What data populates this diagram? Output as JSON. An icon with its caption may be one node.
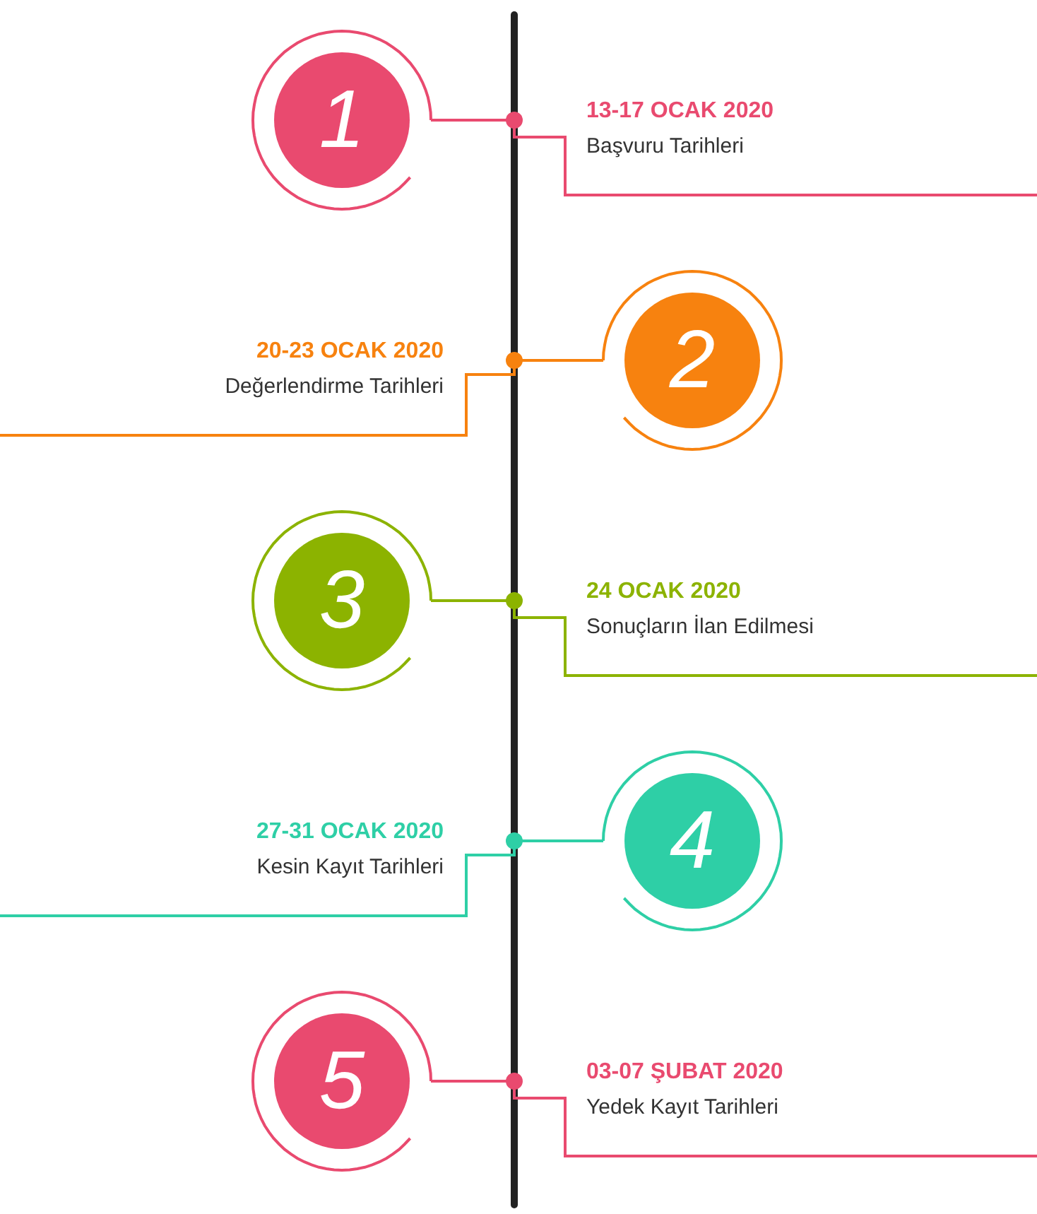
{
  "diagram": {
    "nodes": [
      {
        "text": [
          "1"
        ]
      },
      {
        "text": [
          "13-17 OCAK 2020",
          "Başvuru Tarihleri"
        ]
      },
      {
        "text": [
          "2"
        ]
      },
      {
        "text": [
          "20-23 OCAK 2020",
          "Değerlendirme Tarihleri"
        ]
      },
      {
        "text": [
          "3"
        ]
      },
      {
        "text": [
          "24 OCAK 2020",
          "Sonuçların İlan Edilmesi"
        ]
      },
      {
        "text": [
          "4"
        ]
      },
      {
        "text": [
          "27-31 OCAK 2020",
          "Kesin Kayıt Tarihleri"
        ]
      },
      {
        "text": [
          "5"
        ]
      },
      {
        "text": [
          "03-07 ŞUBAT 2020",
          "Yedek Kayıt Tarihleri"
        ]
      }
    ],
    "edges": [
      {
        "from": 0,
        "to": 1,
        "arrow": "none",
        "color": "#e94a6f"
      },
      {
        "from": 2,
        "to": 3,
        "arrow": "none",
        "color": "#f7820f"
      },
      {
        "from": 4,
        "to": 5,
        "arrow": "none",
        "color": "#8cb300"
      },
      {
        "from": 6,
        "to": 7,
        "arrow": "none",
        "color": "#2ecfa6"
      },
      {
        "from": 8,
        "to": 9,
        "arrow": "none",
        "color": "#e94a6f"
      }
    ]
  }
}
